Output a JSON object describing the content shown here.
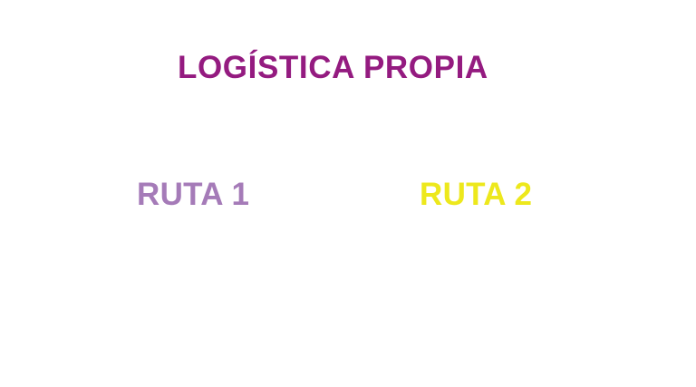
{
  "title": "LOGÍSTICA PROPIA",
  "routes": [
    {
      "label": "RUTA 1",
      "color": "#a57bb8"
    },
    {
      "label": "RUTA 2",
      "color": "#ede81c"
    }
  ],
  "colors": {
    "title": "#941b80",
    "background": "#ffffff"
  }
}
